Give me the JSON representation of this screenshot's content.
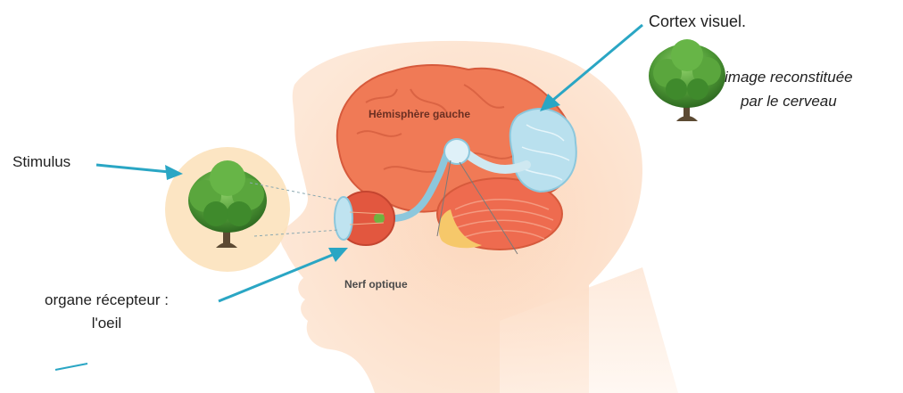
{
  "diagram": {
    "labels": {
      "stimulus": "Stimulus",
      "cortex": "Cortex visuel.",
      "reconstructed_line1": "image reconstituée",
      "reconstructed_line2": "par le cerveau",
      "organ_line1": "organe récepteur :",
      "organ_line2": "l'oeil",
      "hemisphere": "Hémisphère gauche",
      "optic_nerve": "Nerf optique"
    },
    "colors": {
      "arrow": "#2aa6c4",
      "head_skin": "#fbd9c1",
      "brain": "#f07a56",
      "brain_outline": "#d65a3c",
      "cortex": "#b9e0ee",
      "cerebellum": "#ee6b4f",
      "tree_green": "#4f9a36",
      "trunk": "#5c4a33",
      "stimulus_circle": "#fbe0b8"
    },
    "icons": [
      "tree-icon-stimulus",
      "tree-icon-reconstructed",
      "eye-icon",
      "brain-icon"
    ]
  }
}
